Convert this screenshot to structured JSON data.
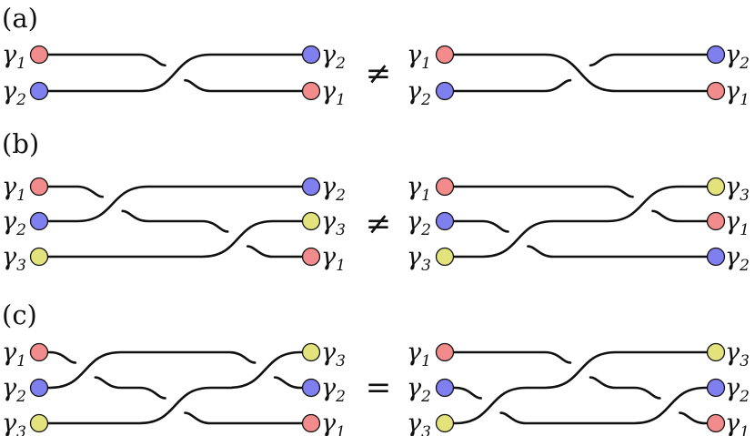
{
  "colors": {
    "1": "#f28b8b",
    "2": "#7f7ff0",
    "3": "#e3e37e"
  },
  "panels": [
    {
      "label": "(a)",
      "relation": "≠",
      "left": {
        "left_nodes": [
          "1",
          "2"
        ],
        "right_nodes": [
          "2",
          "1"
        ],
        "crossings": [
          {
            "top": 0,
            "over": "up",
            "pos": 0.5
          }
        ]
      },
      "right": {
        "left_nodes": [
          "1",
          "2"
        ],
        "right_nodes": [
          "2",
          "1"
        ],
        "crossings": [
          {
            "top": 0,
            "over": "down",
            "pos": 0.5
          }
        ]
      }
    },
    {
      "label": "(b)",
      "relation": "≠",
      "left": {
        "left_nodes": [
          "1",
          "2",
          "3"
        ],
        "right_nodes": [
          "2",
          "3",
          "1"
        ],
        "crossings": [
          {
            "top": 0,
            "over": "up",
            "pos": 0.27
          },
          {
            "top": 1,
            "over": "up",
            "pos": 0.73
          }
        ]
      },
      "right": {
        "left_nodes": [
          "1",
          "2",
          "3"
        ],
        "right_nodes": [
          "3",
          "1",
          "2"
        ],
        "crossings": [
          {
            "top": 1,
            "over": "up",
            "pos": 0.27
          },
          {
            "top": 0,
            "over": "up",
            "pos": 0.73
          }
        ]
      }
    },
    {
      "label": "(c)",
      "relation": "=",
      "left": {
        "left_nodes": [
          "1",
          "2",
          "3"
        ],
        "right_nodes": [
          "3",
          "2",
          "1"
        ],
        "crossings": [
          {
            "top": 0,
            "over": "up",
            "pos": 0.17
          },
          {
            "top": 1,
            "over": "up",
            "pos": 0.5
          },
          {
            "top": 0,
            "over": "up",
            "pos": 0.83
          }
        ]
      },
      "right": {
        "left_nodes": [
          "1",
          "2",
          "3"
        ],
        "right_nodes": [
          "3",
          "2",
          "1"
        ],
        "crossings": [
          {
            "top": 1,
            "over": "up",
            "pos": 0.17
          },
          {
            "top": 0,
            "over": "up",
            "pos": 0.5
          },
          {
            "top": 1,
            "over": "up",
            "pos": 0.83
          }
        ]
      }
    }
  ]
}
